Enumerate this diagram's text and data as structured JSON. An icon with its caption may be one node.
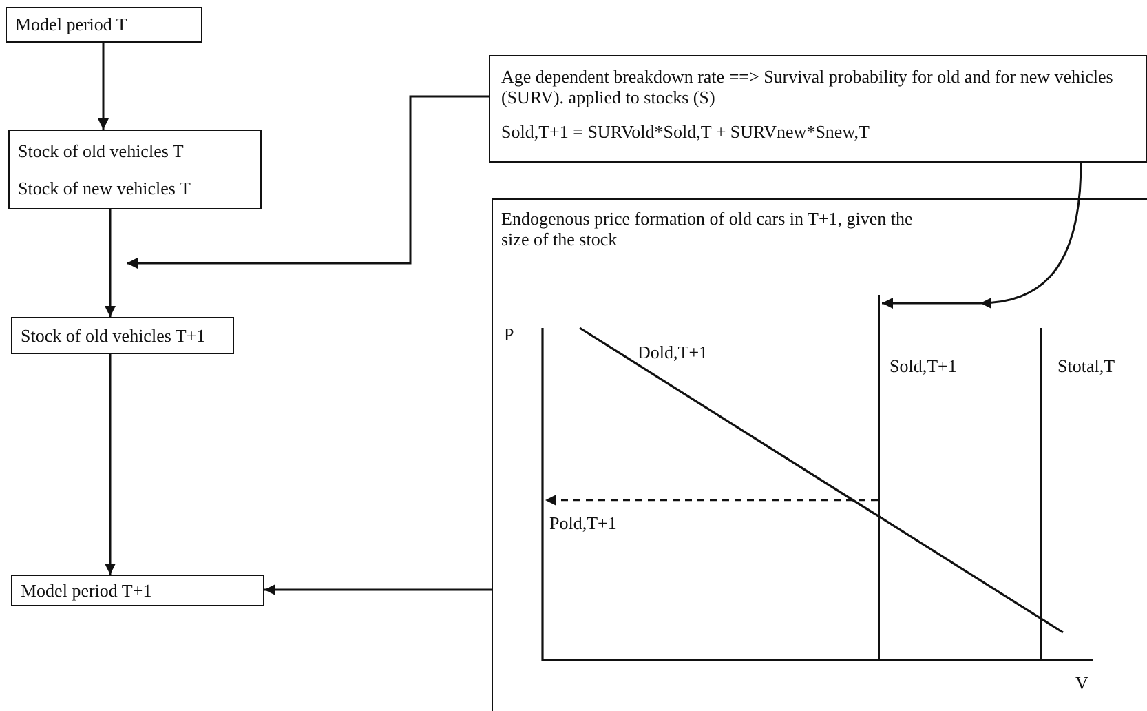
{
  "diagram": {
    "nodes": [
      {
        "text": [
          "Model period T"
        ]
      },
      {
        "text": [
          "Stock of old vehicles T",
          "Stock of new vehicles T"
        ]
      },
      {
        "text": [
          "Stock of old vehicles T+1"
        ]
      },
      {
        "text": [
          "Model period T+1"
        ]
      },
      {
        "text": [
          "Age dependent breakdown rate ==> Survival probability for old and for new vehicles (SURV). applied to stocks (S)",
          "Sold,T+1 = SURVold*Sold,T + SURVnew*Snew,T"
        ]
      },
      {
        "text": [
          "Endogenous price formation of old cars in T+1, given the size of the stock"
        ]
      },
      {
        "text": [],
        "shape": "bar",
        "in": 5,
        "beside": [
          "Sold,T+1"
        ]
      },
      {
        "text": [
          "Pold,T+1"
        ],
        "in": 5
      }
    ],
    "edges": [
      {
        "from": 0,
        "to": 1,
        "arrow": "to"
      },
      {
        "from": 1,
        "to": 2,
        "arrow": "to"
      },
      {
        "from": 2,
        "to": 3,
        "arrow": "to"
      },
      {
        "from": 5,
        "to": 3,
        "arrow": "to"
      },
      {
        "from": 4,
        "to": null,
        "arrow": "to"
      },
      {
        "from": 4,
        "to": 6,
        "arrow": "to"
      },
      {
        "from": 6,
        "to": 7,
        "arrow": "to",
        "style": "dashed"
      }
    ],
    "labels": [
      "P",
      "Dold,T+1",
      "Stotal,T",
      "V"
    ]
  }
}
